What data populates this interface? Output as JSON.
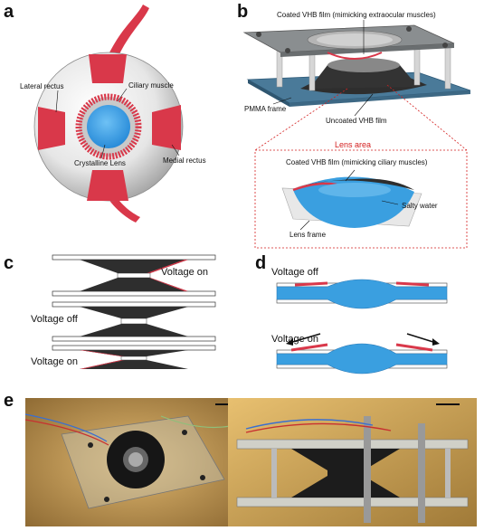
{
  "panels": {
    "a": {
      "letter": "a",
      "labels": {
        "lateral_rectus": "Lateral rectus",
        "ciliary_muscle": "Ciliary muscle",
        "crystalline_lens": "Crystalline Lens",
        "medial_rectus": "Medial rectus"
      }
    },
    "b": {
      "letter": "b",
      "labels": {
        "coated_top": "Coated VHB film (mimicking extraocular muscles)",
        "pmma_frame": "PMMA frame",
        "uncoated_film": "Uncoated VHB film",
        "lens_area": "Lens area",
        "coated_ciliary": "Coated VHB film (mimicking ciliary muscles)",
        "salty_water": "Salty water",
        "lens_frame": "Lens frame"
      }
    },
    "c": {
      "letter": "c",
      "labels": {
        "voltage_on_top": "Voltage on",
        "voltage_off": "Voltage off",
        "voltage_on_bottom": "Voltage on"
      }
    },
    "d": {
      "letter": "d",
      "labels": {
        "voltage_off": "Voltage off",
        "voltage_on": "Voltage on"
      }
    },
    "e": {
      "letter": "e"
    }
  },
  "colors": {
    "muscle_red": "#d9384a",
    "lens_blue": "#3a9fe0",
    "film_dark": "#2e2e2e",
    "label_red": "#d42020"
  }
}
